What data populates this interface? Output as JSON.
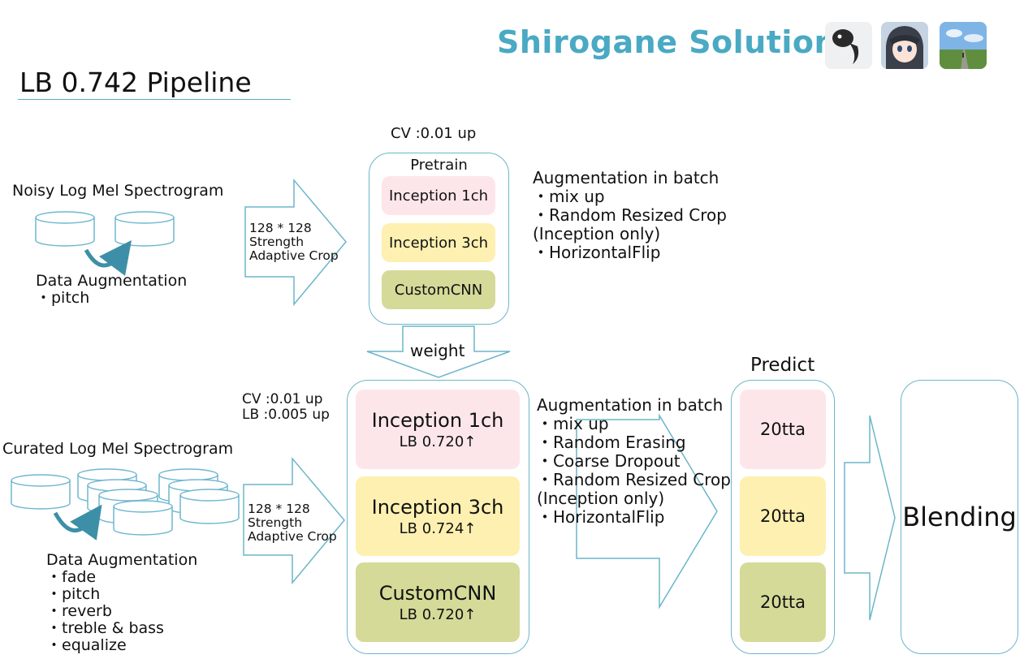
{
  "header": {
    "brand": "Shirogane Solution",
    "avatars": [
      {
        "icon": "tadpole-icon",
        "bg": "#eef0f2"
      },
      {
        "icon": "anime-character-icon",
        "bg": "#b9c9d9"
      },
      {
        "icon": "landscape-photo-icon",
        "bg": "#7fb0e0"
      }
    ]
  },
  "title": "LB 0.742 Pipeline",
  "pretrain_section": {
    "input_label": "Noisy Log Mel Spectrogram",
    "aug_title": "Data Augmentation",
    "aug_items": [
      "・pitch"
    ],
    "arrow_text": [
      "128 * 128",
      "Strength",
      "Adaptive Crop"
    ],
    "cv_note": "CV :0.01  up",
    "panel_title": "Pretrain",
    "models": [
      "Inception 1ch",
      "Inception 3ch",
      "CustomCNN"
    ],
    "batch_aug_title": "Augmentation in batch",
    "batch_aug_items": [
      "・mix up",
      "・Random Resized Crop",
      " (Inception only)",
      "・HorizontalFlip"
    ]
  },
  "weight_label": "weight",
  "train_section": {
    "input_label": "Curated Log Mel Spectrogram",
    "aug_title": "Data Augmentation",
    "aug_items": [
      "・fade",
      "・pitch",
      "・reverb",
      "・treble & bass",
      "・equalize"
    ],
    "arrow_text": [
      "128 * 128",
      "Strength",
      "Adaptive Crop"
    ],
    "cv_note": "CV :0.01  up",
    "lb_note": "LB :0.005 up",
    "models": [
      {
        "name": "Inception 1ch",
        "score": "LB 0.720↑"
      },
      {
        "name": "Inception 3ch",
        "score": "LB 0.724↑"
      },
      {
        "name": "CustomCNN",
        "score": "LB 0.720↑"
      }
    ],
    "batch_aug_title": "Augmentation in batch",
    "batch_aug_items": [
      "・mix up",
      "・Random Erasing",
      "・Coarse Dropout",
      "・Random Resized Crop",
      " (Inception only)",
      "・HorizontalFlip"
    ]
  },
  "predict": {
    "title": "Predict",
    "items": [
      "20tta",
      "20tta",
      "20tta"
    ]
  },
  "blending": "Blending",
  "colors": {
    "brand": "#4aa9c3",
    "outline": "#6bb6c9",
    "pink": "#fde6ea",
    "yellow": "#fdf0b1",
    "green": "#d5da98",
    "cylinder": "#6fb7cf",
    "curve_arrow": "#3d8fa8"
  }
}
